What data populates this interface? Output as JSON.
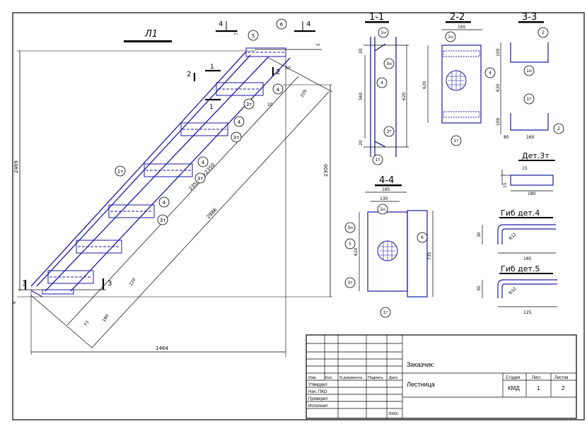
{
  "colors": {
    "frame": "#000000",
    "steel": "#1a1aa6",
    "paper": "#ffffff"
  },
  "main": {
    "title": "Л1",
    "dims": {
      "total_height": "2469",
      "inner_height": "2300",
      "width": "1464",
      "diag": "2986",
      "steps": "235x10=2350",
      "top_a": "73",
      "top_b": "30",
      "top_c": "20",
      "top_d": "5",
      "top_e": "220",
      "bot_a": "73",
      "bot_b": "180",
      "bot_c": "220",
      "left_small": "6"
    },
    "cuts": {
      "c1": "1",
      "c2": "2",
      "c3": "3",
      "c4": "4"
    },
    "callouts": {
      "p1": "1т",
      "p3": "3т",
      "p4": "4",
      "p5": "5",
      "p6": "6"
    }
  },
  "sec11": {
    "title": "1-1",
    "d1": "20",
    "d2": "560",
    "d3": "620",
    "d4": "20",
    "c1n": "1н",
    "c3n": "3н",
    "c4": "4",
    "c3t": "3т",
    "c1t": "1т"
  },
  "sec22": {
    "title": "2-2",
    "d1": "165",
    "d2": "620",
    "c1n": "1н",
    "c4": "4",
    "c1t": "1т"
  },
  "sec33": {
    "title": "3-3",
    "d1": "100",
    "d2": "620",
    "d3": "100",
    "d4": "80",
    "d5": "160",
    "c2a": "2",
    "c1n": "1н",
    "c1t": "1т",
    "c2b": "2"
  },
  "sec44": {
    "title": "4-4",
    "d1": "185",
    "d2": "130",
    "d3": "620",
    "d4": "735",
    "c1n": "1н",
    "c3n": "3н",
    "c5": "5",
    "c6": "6",
    "c3t": "3т",
    "c1t": "1т"
  },
  "det3": {
    "title": "Дет.3т",
    "d1": "15",
    "d2": "15",
    "d3": "180"
  },
  "det4": {
    "title": "Гиб дет.4",
    "d1": "30",
    "d2": "R12",
    "d3": "185"
  },
  "det5": {
    "title": "Гиб дет.5",
    "d1": "30",
    "d2": "R12",
    "d3": "125"
  },
  "stamp": {
    "customer": "Заказчик:",
    "name": "Лестница",
    "col_headers": [
      "Изм.",
      "Кол.",
      "N документа",
      "Подпись",
      "Дата"
    ],
    "rows": [
      "Утвердил",
      "Нач. ПКО",
      "Проверил",
      "Исполнил"
    ],
    "year": "2000г.",
    "stage_label": "Стадия",
    "sheet_label": "Лист",
    "sheets_label": "Листов",
    "stage": "КМД",
    "sheet": "1",
    "sheets": "2"
  }
}
